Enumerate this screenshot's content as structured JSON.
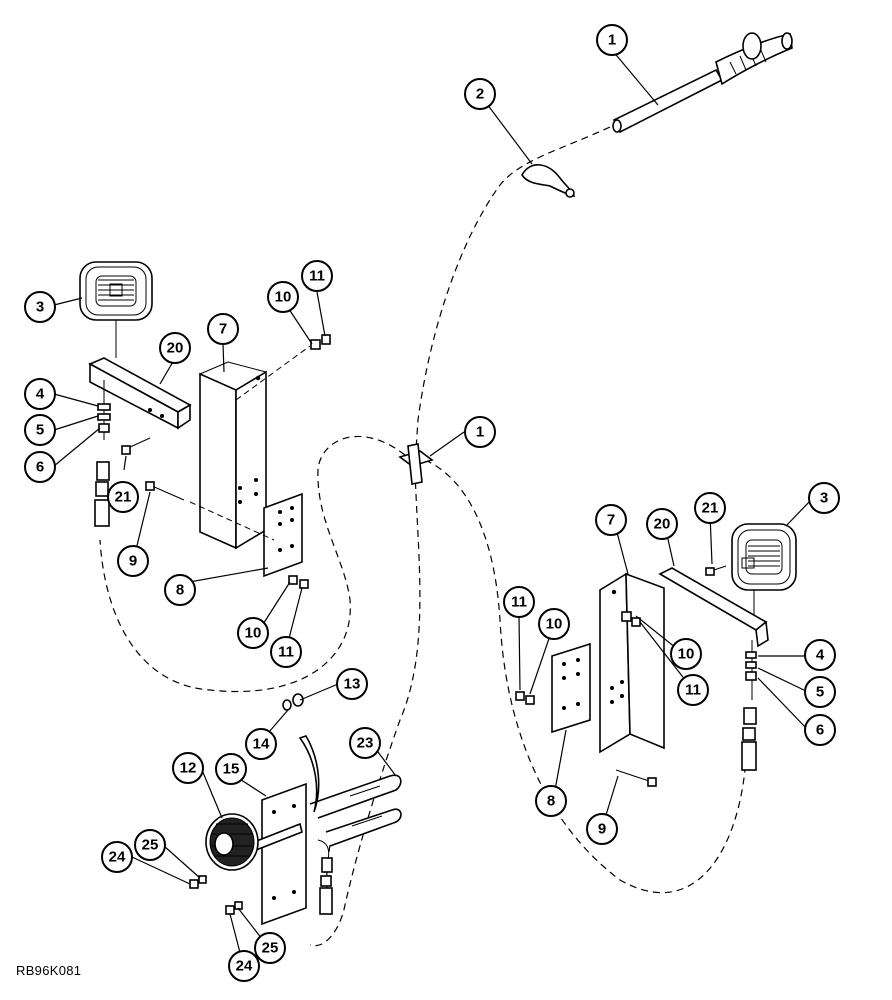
{
  "reference_code": "RB96K081",
  "colors": {
    "ink": "#000000",
    "paper": "#ffffff",
    "shade": "#222222"
  },
  "callouts": [
    {
      "id": "c1a",
      "label": "1"
    },
    {
      "id": "c2",
      "label": "2"
    },
    {
      "id": "c3l",
      "label": "3"
    },
    {
      "id": "c4l",
      "label": "4"
    },
    {
      "id": "c5l",
      "label": "5"
    },
    {
      "id": "c6l",
      "label": "6"
    },
    {
      "id": "c7l",
      "label": "7"
    },
    {
      "id": "c8l",
      "label": "8"
    },
    {
      "id": "c9l",
      "label": "9"
    },
    {
      "id": "c10la",
      "label": "10"
    },
    {
      "id": "c11la",
      "label": "11"
    },
    {
      "id": "c20l",
      "label": "20"
    },
    {
      "id": "c21l",
      "label": "21"
    },
    {
      "id": "c10lb",
      "label": "10"
    },
    {
      "id": "c11lb",
      "label": "11"
    },
    {
      "id": "c1b",
      "label": "1"
    },
    {
      "id": "c3r",
      "label": "3"
    },
    {
      "id": "c21r",
      "label": "21"
    },
    {
      "id": "c20r",
      "label": "20"
    },
    {
      "id": "c7r",
      "label": "7"
    },
    {
      "id": "c11ra",
      "label": "11"
    },
    {
      "id": "c10ra",
      "label": "10"
    },
    {
      "id": "c10rb",
      "label": "10"
    },
    {
      "id": "c11rb",
      "label": "11"
    },
    {
      "id": "c4r",
      "label": "4"
    },
    {
      "id": "c5r",
      "label": "5"
    },
    {
      "id": "c6r",
      "label": "6"
    },
    {
      "id": "c8r",
      "label": "8"
    },
    {
      "id": "c9r",
      "label": "9"
    },
    {
      "id": "c13",
      "label": "13"
    },
    {
      "id": "c14",
      "label": "14"
    },
    {
      "id": "c12",
      "label": "12"
    },
    {
      "id": "c15",
      "label": "15"
    },
    {
      "id": "c23",
      "label": "23"
    },
    {
      "id": "c24a",
      "label": "24"
    },
    {
      "id": "c25a",
      "label": "25"
    },
    {
      "id": "c24b",
      "label": "24"
    },
    {
      "id": "c25b",
      "label": "25"
    }
  ]
}
